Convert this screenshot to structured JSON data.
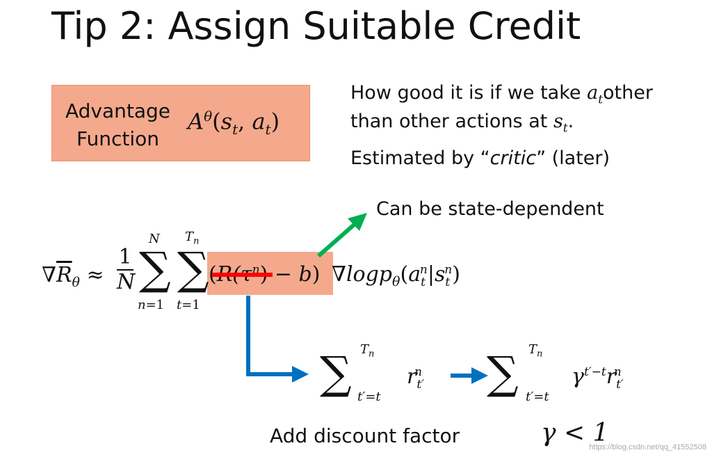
{
  "slide": {
    "title": "Tip 2: Assign Suitable Credit",
    "advantage_label_line1": "Advantage",
    "advantage_label_line2": "Function",
    "advantage_formula": "A^θ(s_t, a_t)",
    "note_line1_a": "How good it is if we take ",
    "note_line1_b": "other",
    "note_line2_a": "than other actions at ",
    "note_line3_a": "Estimated by “",
    "note_line3_b": "critic",
    "note_line3_c": "” (later)",
    "state_dependent": "Can be state-dependent",
    "discount_label": "Add discount factor",
    "gamma_condition": "γ < 1",
    "watermark": "https://blog.csdn.net/qq_41552508"
  },
  "colors": {
    "highlight": "#f4a98c",
    "arrow_green": "#00b050",
    "arrow_blue": "#0070c0",
    "strike_red": "#ff0000"
  }
}
